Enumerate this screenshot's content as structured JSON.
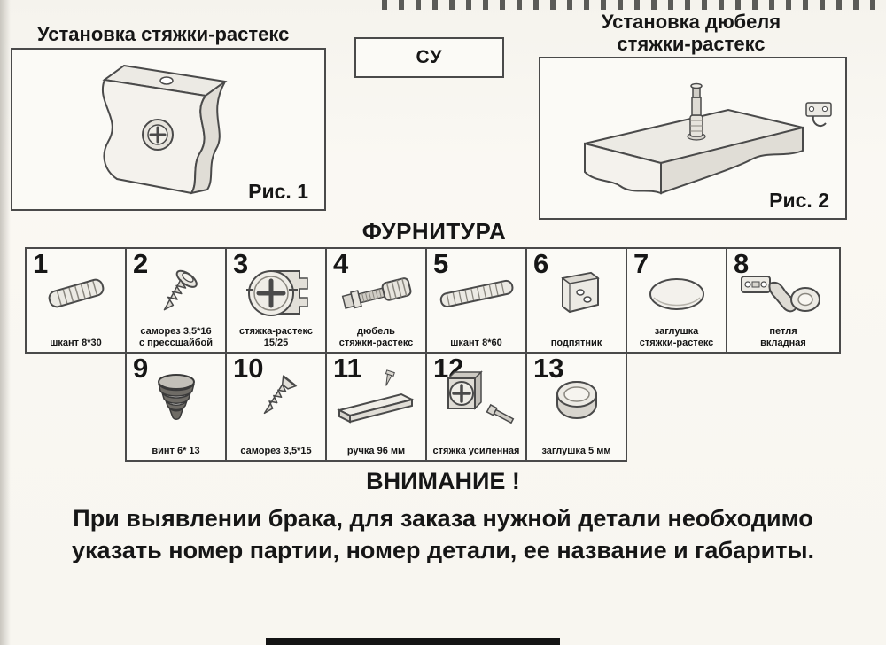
{
  "figures": {
    "fig1_title": "Установка стяжки-растекс",
    "center_label": "СУ",
    "fig2_title_line1": "Установка дюбеля",
    "fig2_title_line2": "стяжки-растекс",
    "fig1_caption": "Рис. 1",
    "fig2_caption": "Рис. 2"
  },
  "hardware": {
    "title": "ФУРНИТУРА",
    "items": [
      {
        "num": "1",
        "label": "шкант 8*30",
        "icon": "dowel-8x30-icon"
      },
      {
        "num": "2",
        "label": "саморез 3,5*16\nс прессшайбой",
        "icon": "screw-press-washer-icon"
      },
      {
        "num": "3",
        "label": "стяжка-растекс\n15/25",
        "icon": "rastex-cam-icon"
      },
      {
        "num": "4",
        "label": "дюбель\nстяжки-растекс",
        "icon": "rastex-dowel-bolt-icon"
      },
      {
        "num": "5",
        "label": "шкант 8*60",
        "icon": "dowel-8x60-icon"
      },
      {
        "num": "6",
        "label": "подпятник",
        "icon": "foot-plate-icon"
      },
      {
        "num": "7",
        "label": "заглушка\nстяжки-растекс",
        "icon": "rastex-cap-icon"
      },
      {
        "num": "8",
        "label": "петля\nвкладная",
        "icon": "inset-hinge-icon"
      },
      {
        "num": "9",
        "label": "винт 6* 13",
        "icon": "screw-6x13-icon"
      },
      {
        "num": "10",
        "label": "саморез 3,5*15",
        "icon": "screw-3-5x15-icon"
      },
      {
        "num": "11",
        "label": "ручка 96 мм",
        "icon": "handle-96mm-icon"
      },
      {
        "num": "12",
        "label": "стяжка усиленная",
        "icon": "reinforced-cam-icon"
      },
      {
        "num": "13",
        "label": "заглушка 5 мм",
        "icon": "cap-5mm-icon"
      }
    ]
  },
  "warning": {
    "title": "ВНИМАНИЕ !",
    "line1": "При выявлении брака, для заказа нужной детали необходимо",
    "line2": "указать номер партии, номер детали, ее название и габариты."
  },
  "colors": {
    "ink": "#161616",
    "line": "#4a4a4a",
    "paper": "#f8f6f0"
  }
}
